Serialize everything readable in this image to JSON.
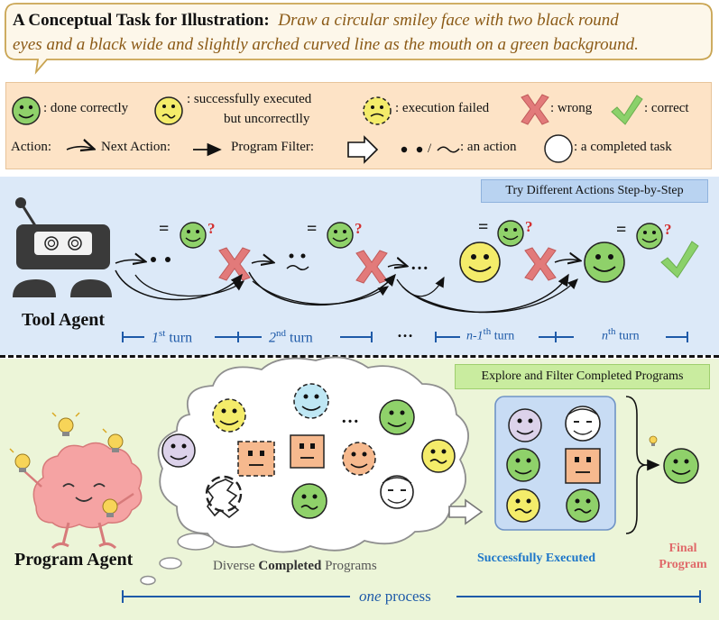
{
  "task": {
    "prefix": "A Conceptual Task for Illustration",
    "colon": ":",
    "description_line1": "Draw a circular smiley face with two black round",
    "description_line2": "eyes and a black wide and slightly arched curved line as the mouth on a green background."
  },
  "legend": {
    "done_correctly": ": done correctly",
    "exec_uncorrect_line1": ": successfully  executed",
    "exec_uncorrect_line2": "but uncorrectlly",
    "exec_failed": ": execution failed",
    "wrong": ":  wrong",
    "correct": ":  correct",
    "action": "Action:",
    "next_action": "Next Action:",
    "program_filter": "Program Filter:",
    "an_action": ":  an action",
    "completed_task": ":  a completed task",
    "slash": "/"
  },
  "tool_agent": {
    "tag": "Try Different Actions Step-by-Step",
    "label": "Tool Agent",
    "eq": "=",
    "question": "?",
    "dots": "…",
    "turns": [
      {
        "prefix": "1",
        "sup": "st",
        "suffix": " turn"
      },
      {
        "prefix": "2",
        "sup": "nd",
        "suffix": " turn"
      },
      {
        "prefix": "n-1",
        "sup": "th",
        "suffix": " turn"
      },
      {
        "prefix": "n",
        "sup": "th",
        "suffix": " turn"
      }
    ],
    "turn_dots": "…"
  },
  "program_agent": {
    "tag": "Explore and Filter Completed Programs",
    "label": "Program Agent",
    "cloud_caption_pre": "Diverse ",
    "cloud_caption_bold": "Completed",
    "cloud_caption_post": " Programs",
    "cloud_dots": "…",
    "success_caption": "Successfully Executed",
    "final_line1": "Final",
    "final_line2": "Program",
    "process_italic": "one",
    "process_rest": " process"
  },
  "colors": {
    "green_face": "#8fd16a",
    "yellow_face": "#f4ec6a",
    "cross": "#e27a7a",
    "check": "#8bd16a",
    "tool_bg": "#dce9f8",
    "prog_bg": "#ecf5d8",
    "timeline": "#1e5aa8"
  }
}
